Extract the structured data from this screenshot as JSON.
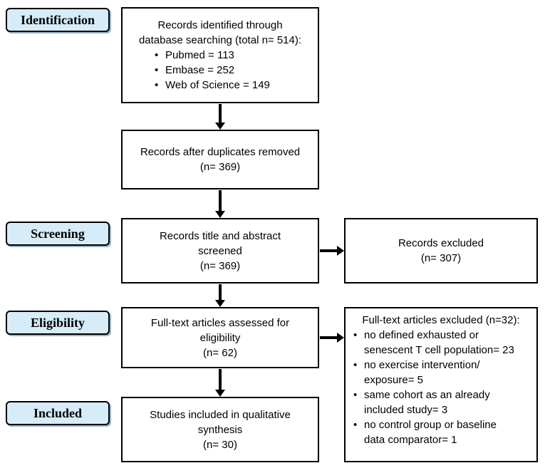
{
  "stages": {
    "identification": "Identification",
    "screening": "Screening",
    "eligibility": "Eligibility",
    "included": "Included"
  },
  "boxes": {
    "identified": {
      "line1": "Records identified through",
      "line2": "database searching (total n= 514):",
      "items": [
        "Pubmed = 113",
        "Embase = 252",
        "Web of Science = 149"
      ]
    },
    "duplicates": {
      "line1": "Records after duplicates removed",
      "line2": "(n= 369)"
    },
    "screened": {
      "line1": "Records title and abstract",
      "line2": "screened",
      "line3": "(n= 369)"
    },
    "excluded": {
      "line1": "Records excluded",
      "line2": "(n= 307)"
    },
    "fulltext": {
      "line1": "Full-text articles assessed for",
      "line2": "eligibility",
      "line3": "(n= 62)"
    },
    "fulltext_excluded": {
      "title": "Full-text articles excluded (n=32):",
      "items": [
        [
          "no defined exhausted or",
          "senescent T cell population= 23"
        ],
        [
          "no exercise intervention/",
          "exposure= 5"
        ],
        [
          "same cohort as an already",
          "included study= 3"
        ],
        [
          "no control group or baseline",
          "data comparator= 1"
        ]
      ]
    },
    "included": {
      "line1": "Studies included in qualitative",
      "line2": "synthesis",
      "line3": "(n= 30)"
    }
  },
  "colors": {
    "stage_fill": "#d6ecf8",
    "line": "#000000"
  }
}
